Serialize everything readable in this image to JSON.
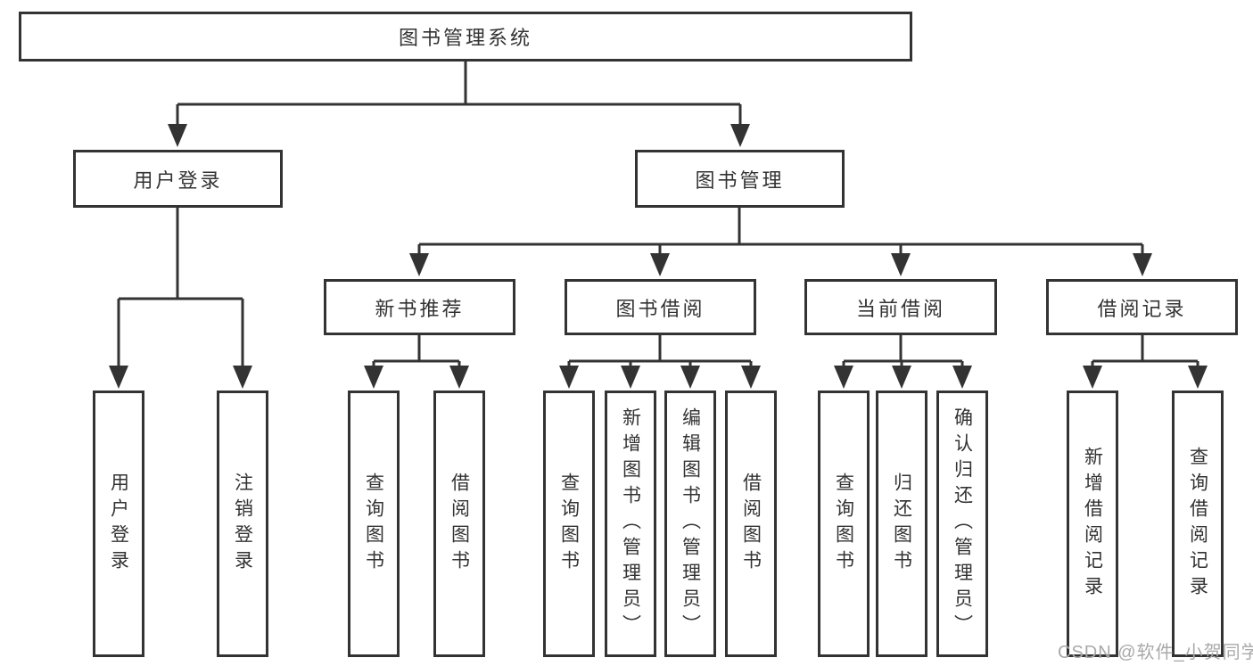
{
  "root": {
    "label": "图书管理系统"
  },
  "branches": {
    "user_login": {
      "label": "用户登录",
      "children": [
        "用户登录",
        "注销登录"
      ]
    },
    "book_management": {
      "label": "图书管理",
      "children": {
        "new_book_recommend": {
          "label": "新书推荐",
          "children": [
            "查询图书",
            "借阅图书"
          ]
        },
        "book_borrow": {
          "label": "图书借阅",
          "children": [
            "查询图书",
            "新增图书（管理员）",
            "编辑图书（管理员）",
            "借阅图书"
          ]
        },
        "current_borrow": {
          "label": "当前借阅",
          "children": [
            "查询图书",
            "归还图书",
            "确认归还（管理员）"
          ]
        },
        "borrow_records": {
          "label": "借阅记录",
          "children": [
            "新增借阅记录",
            "查询借阅记录"
          ]
        }
      }
    }
  },
  "watermark": "CSDN @软件_小贺同学",
  "colors": {
    "line": "#333333",
    "text": "#333333",
    "node_background": "#ffffff",
    "background": "#ffffff",
    "watermark": "#a9a9a9"
  }
}
